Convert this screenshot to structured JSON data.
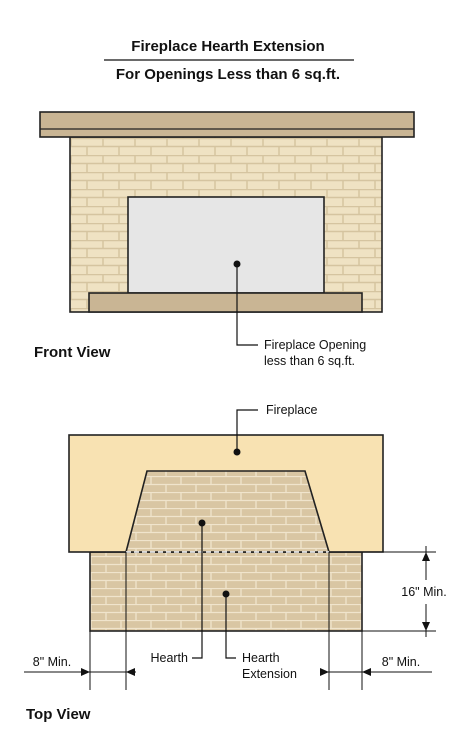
{
  "title": {
    "line1": "Fireplace Hearth Extension",
    "line2": "For Openings Less than 6 sq.ft."
  },
  "front_view": {
    "heading": "Front View",
    "callout_line1": "Fireplace Opening",
    "callout_line2": "less than 6 sq.ft."
  },
  "top_view": {
    "heading": "Top View",
    "fireplace_label": "Fireplace",
    "hearth_label": "Hearth",
    "extension_line1": "Hearth",
    "extension_line2": "Extension",
    "depth_dim": "16\" Min.",
    "left_dim": "8\" Min.",
    "right_dim": "8\" Min."
  },
  "colors": {
    "brick": "#efe2c3",
    "mortar": "#d5c4a0",
    "mantel": "#c9b594",
    "opening": "#e6e6e6",
    "fireplace_top": "#f8e2b2",
    "hearth": "#d9c6a3",
    "hearth_mortar": "#f0e4cc"
  }
}
